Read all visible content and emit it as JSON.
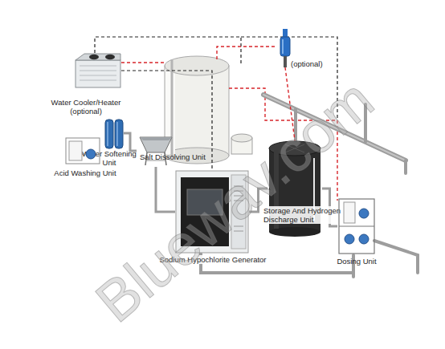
{
  "diagram": {
    "nodes": [
      {
        "text": [
          "Water Cooler/Heater (optional)"
        ]
      },
      {
        "text": [
          "(optional)"
        ]
      },
      {
        "text": [
          "Water Softening Unit"
        ]
      },
      {
        "text": [
          "Salt Dissolving Unit"
        ]
      },
      {
        "text": [
          "Acid Washing Unit"
        ]
      },
      {
        "text": [
          "Storage And Hydrogen Discharge Unit"
        ]
      },
      {
        "text": [
          "Sodium Hypochlorite Generator"
        ]
      },
      {
        "text": [
          "Dosing Unit"
        ]
      }
    ],
    "edges": [
      {
        "from": 0,
        "to": 6,
        "arrow": "none"
      },
      {
        "from": 1,
        "to": 5,
        "arrow": "none"
      },
      {
        "from": 2,
        "to": 3,
        "arrow": "none"
      },
      {
        "from": 3,
        "to": 6,
        "arrow": "none"
      },
      {
        "from": 6,
        "to": 5,
        "arrow": "none"
      },
      {
        "from": 5,
        "to": 7,
        "arrow": "none"
      }
    ],
    "labels": [
      "Bluewav.com"
    ]
  }
}
